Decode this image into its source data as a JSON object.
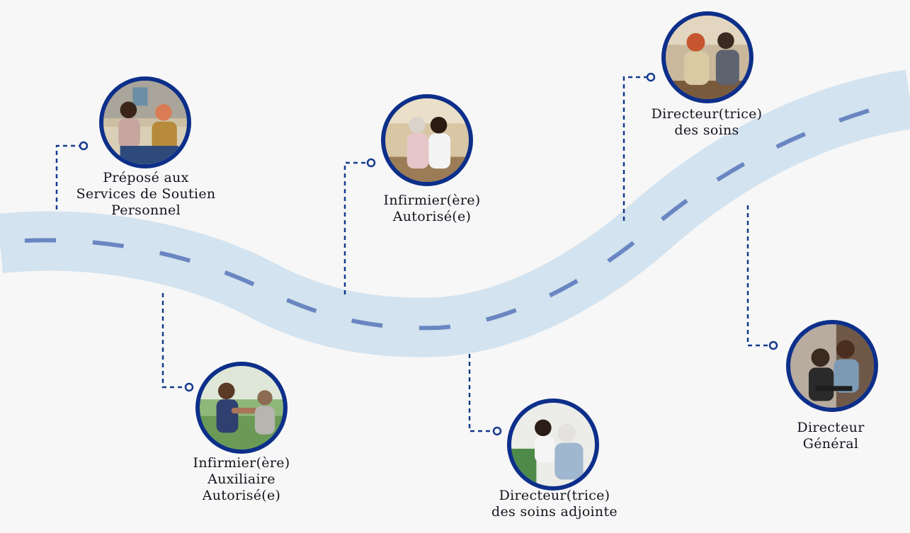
{
  "colors": {
    "background": "#f7f7f7",
    "road": "#d3e3ef",
    "road_dash": "#6a86c2",
    "connector": "#143a8f",
    "ring": "#0d2f8a",
    "text": "#14141f"
  },
  "roles": [
    {
      "id": "psw",
      "lines": [
        "Préposé aux",
        "Services de Soutien",
        "Personnel"
      ],
      "photo": "caregiver-with-senior-photo"
    },
    {
      "id": "rpn",
      "lines": [
        "Infirmier(ère)",
        "Auxiliaire",
        "Autorisé(e)"
      ],
      "photo": "exercise-therapy-photo"
    },
    {
      "id": "rn",
      "lines": [
        "Infirmier(ère)",
        "Autorisé(e)"
      ],
      "photo": "nurse-with-senior-photo"
    },
    {
      "id": "adoc",
      "lines": [
        "Directeur(trice)",
        "des soins adjointe"
      ],
      "photo": "caregiver-hugging-senior-photo"
    },
    {
      "id": "doc",
      "lines": [
        "Directeur(trice)",
        "des soins"
      ],
      "photo": "professionals-meeting-photo"
    },
    {
      "id": "ed",
      "lines": [
        "Directeur",
        "Général"
      ],
      "photo": "colleagues-at-laptop-photo"
    }
  ]
}
